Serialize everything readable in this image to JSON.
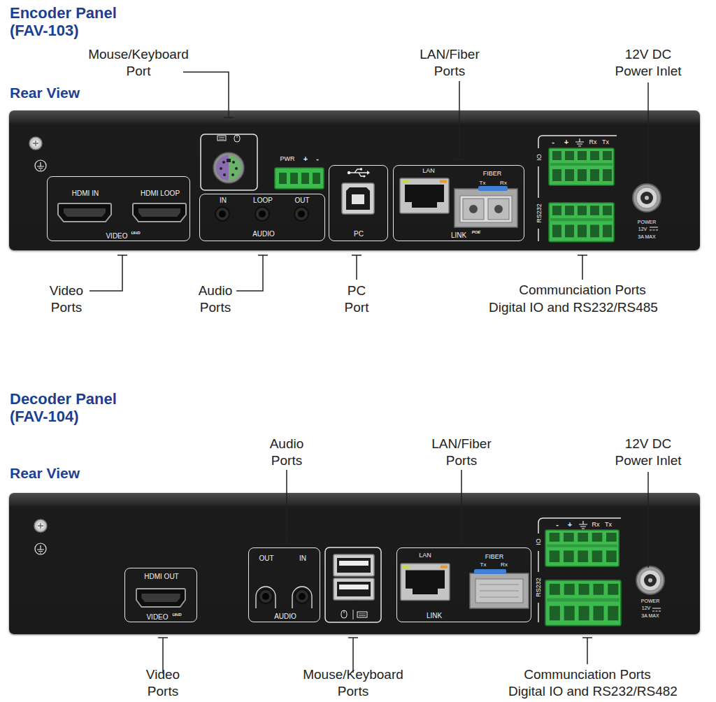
{
  "diagram": {
    "nodes": [
      {
        "text": [
          "PWR",
          "+",
          "-",
          "IO",
          "RS232",
          "-",
          "+",
          "Rx",
          "Tx",
          "POWER",
          "12V",
          "3A MAX"
        ]
      },
      {
        "text": [
          "HDMI IN",
          "HDMI LOOP",
          "VIDEO",
          "UHD"
        ],
        "in": 0
      },
      {
        "text": [
          "IN",
          "LOOP",
          "OUT",
          "AUDIO"
        ],
        "in": 0
      },
      {
        "text": [
          "PC"
        ],
        "in": 0
      },
      {
        "text": [
          "LAN",
          "FIBER",
          "Tx",
          "Rx",
          "LINK",
          "POE"
        ],
        "in": 0
      },
      {
        "text": [
          "IO",
          "RS232",
          "-",
          "+",
          "Rx",
          "Tx",
          "POWER",
          "12V",
          "3A MAX"
        ]
      },
      {
        "text": [
          "HDMI OUT",
          "VIDEO",
          "UHD"
        ],
        "in": 5
      },
      {
        "text": [
          "OUT",
          "IN",
          "AUDIO"
        ],
        "in": 5
      },
      {
        "text": [
          "LAN",
          "FIBER",
          "Tx",
          "Rx",
          "LINK"
        ],
        "in": 5
      }
    ],
    "labels": [
      "Encoder Panel (FAV-103)",
      "Mouse/Keyboard Port",
      "LAN/Fiber Ports",
      "12V DC Power Inlet",
      "Rear View",
      "Video Ports",
      "Audio Ports",
      "PC Port",
      "Communciation Ports",
      "Digital IO and RS232/RS485",
      "Decoder Panel (FAV-104)",
      "Audio Ports",
      "LAN/Fiber Ports",
      "12V DC Power Inlet",
      "Rear View",
      "Video Ports",
      "Mouse/Keyboard Ports",
      "Communciation Ports",
      "Digital IO and RS232/RS482"
    ]
  }
}
